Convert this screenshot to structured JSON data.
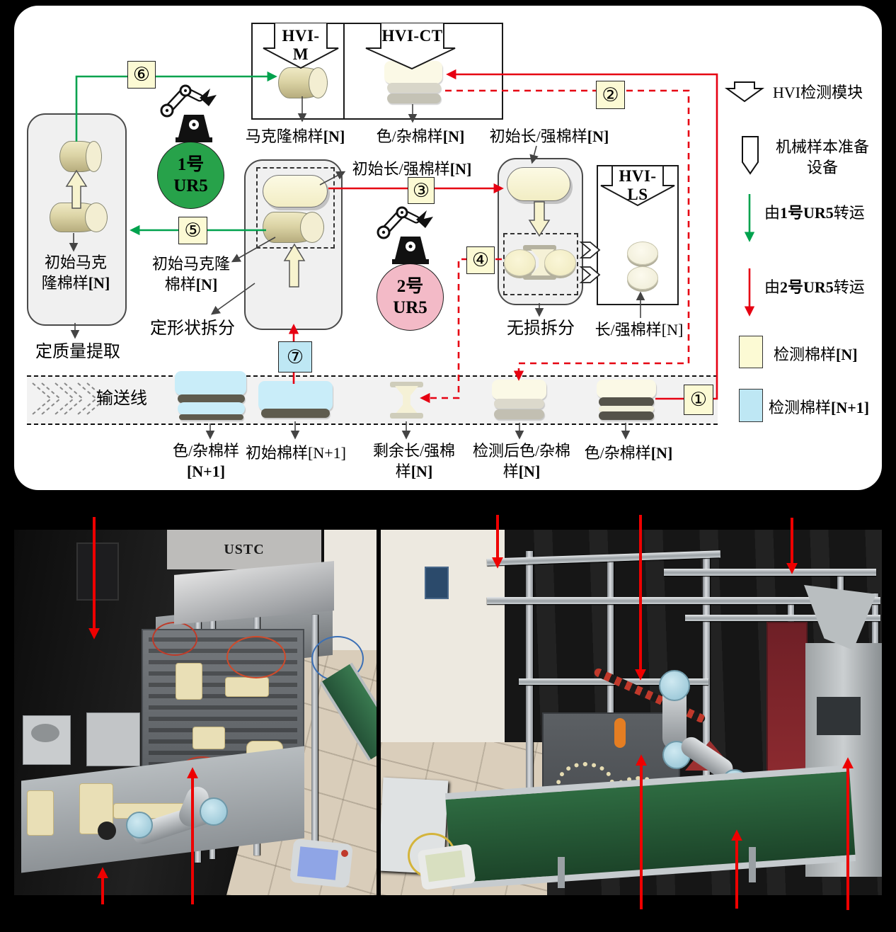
{
  "d": {
    "hvi_m": "HVI-M",
    "hvi_ct": "HVI-CT",
    "hvi_ls": "HVI-LS",
    "macron": {
      "t": "马克隆棉样",
      "s": "[N]"
    },
    "ct": {
      "t": "色/杂棉样",
      "s": "[N]"
    },
    "init_ls_a": {
      "t": "初始长/强棉样",
      "s": "[N]"
    },
    "init_ls_b": {
      "t": "初始长/强棉样",
      "s": "[N]"
    },
    "ls": {
      "t": "长/强棉样",
      "s": "[N]"
    },
    "left_mod": {
      "l1": "初始马克",
      "l2": "隆棉样",
      "s": "[N]"
    },
    "left_cap": "定质量提取",
    "side": {
      "l1": "初始马克隆",
      "l2": "棉样",
      "s": "[N]"
    },
    "shape_cap": "定形状拆分",
    "lossless_cap": "无损拆分",
    "conveyor": "输送线",
    "r1a": "1号",
    "r1b": "UR5",
    "r2a": "2号",
    "r2b": "UR5"
  },
  "items": [
    {
      "l1": "色/杂棉样",
      "l2": "[N+1]"
    },
    {
      "l1": "初始棉样[N+1]"
    },
    {
      "l1": "剩余长/强棉",
      "l2a": "样",
      "l2b": "[N]"
    },
    {
      "l1": "检测后色/杂棉",
      "l2a": "样",
      "l2b": "[N]"
    },
    {
      "l1a": "色/杂棉样",
      "l1b": "[N]"
    }
  ],
  "steps": {
    "n1": "①",
    "n2": "②",
    "n3": "③",
    "n4": "④",
    "n5": "⑤",
    "n6": "⑥",
    "n7": "⑦"
  },
  "legend": {
    "hvi": "HVI检测模块",
    "prep_l1": "机械样本准备",
    "prep_l2": "设备",
    "ur1": {
      "pre": "由",
      "bold": "1号UR5",
      "post": "转运"
    },
    "ur2": {
      "pre": "由",
      "bold": "2号UR5",
      "post": "转运"
    },
    "sample_n": {
      "t": "检测棉样",
      "s": "[N]"
    },
    "sample_n1": {
      "t": "检测棉样",
      "s": "[N+1]"
    }
  },
  "photo": {
    "sign": "USTC"
  },
  "colors": {
    "green": "#00A24D",
    "red": "#E60012",
    "annotation_red": "#EE0000",
    "yellow_box": "#FCFAD4",
    "cyan_box": "#BEE7F4",
    "robot1_green": "#27A24A",
    "robot2_pink": "#F3BAC7",
    "conveyor_blue_slab": "#C9EDF9"
  }
}
